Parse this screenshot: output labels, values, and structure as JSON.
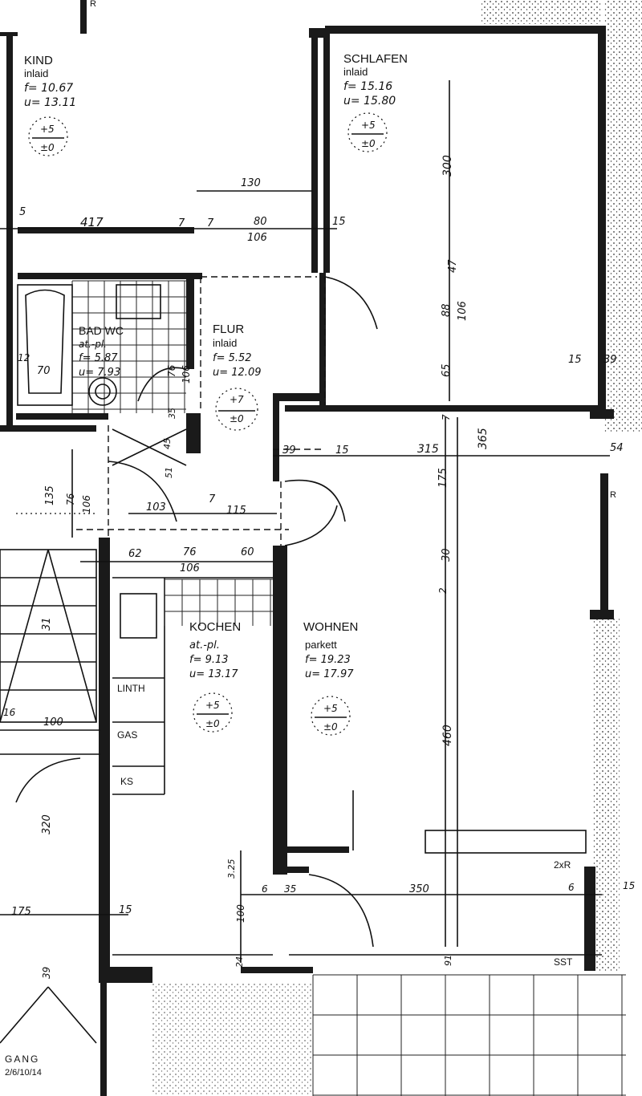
{
  "rooms": {
    "kind": {
      "name": "KIND",
      "floor": "inlaid",
      "f": "f= 10.67",
      "u": "u= 13.11",
      "lvl_top": "+5",
      "lvl_bot": "±0"
    },
    "schlafen": {
      "name": "SCHLAFEN",
      "floor": "inlaid",
      "f": "f= 15.16",
      "u": "u= 15.80",
      "lvl_top": "+5",
      "lvl_bot": "±0"
    },
    "bad": {
      "name": "BAD WC",
      "floor": "at.-pl.",
      "f": "f= 5.87",
      "u": "u= 7.93"
    },
    "flur": {
      "name": "FLUR",
      "floor": "inlaid",
      "f": "f= 5.52",
      "u": "u= 12.09",
      "lvl_top": "+7",
      "lvl_bot": "±0"
    },
    "kochen": {
      "name": "KOCHEN",
      "floor": "at.-pl.",
      "f": "f= 9.13",
      "u": "u= 13.17",
      "lvl_top": "+5",
      "lvl_bot": "±0"
    },
    "wohnen": {
      "name": "WOHNEN",
      "floor": "parkett",
      "f": "f= 19.23",
      "u": "u= 17.97",
      "lvl_top": "+5",
      "lvl_bot": "±0"
    }
  },
  "fixtures": {
    "linth": "LINTH",
    "gas": "GAS",
    "ks": "KS",
    "radiator": "2xR",
    "sst": "SST",
    "r1": "R",
    "r2": "R"
  },
  "corridor": {
    "name": "GANG",
    "code": "2/6/10/14"
  },
  "dims": {
    "d130": "130",
    "d5": "5",
    "d417": "417",
    "d7a": "7",
    "d7b": "7",
    "d80": "80",
    "d106a": "106",
    "d15a": "15",
    "d300": "300",
    "d47": "47",
    "d88": "88",
    "d106b": "106",
    "d65": "65",
    "d15b": "15",
    "d39a": "39",
    "d7c": "7",
    "d365": "365",
    "d54": "54",
    "d39b": "39",
    "d15c": "15",
    "d315": "315",
    "d175a": "175",
    "d135": "135",
    "d76a": "76",
    "d106c": "106",
    "d103": "103",
    "d7d": "7",
    "d115": "115",
    "d70": "70",
    "d12": "12",
    "d76b": "76",
    "d106d": "106",
    "d35": "35",
    "d51": "51",
    "d45": "45",
    "d62": "62",
    "d76c": "76",
    "d60": "60",
    "d106e": "106",
    "d30": "30",
    "d2": "2",
    "d31": "31",
    "d16": "16",
    "d100a": "100",
    "d320": "320",
    "d460": "460",
    "d325": "3.25",
    "d6a": "6",
    "d35b": "35",
    "d350": "350",
    "d6b": "6",
    "d15d": "15",
    "d175b": "175",
    "d15e": "15",
    "d100b": "100",
    "d39c": "39",
    "d24": "24",
    "d91": "91"
  }
}
